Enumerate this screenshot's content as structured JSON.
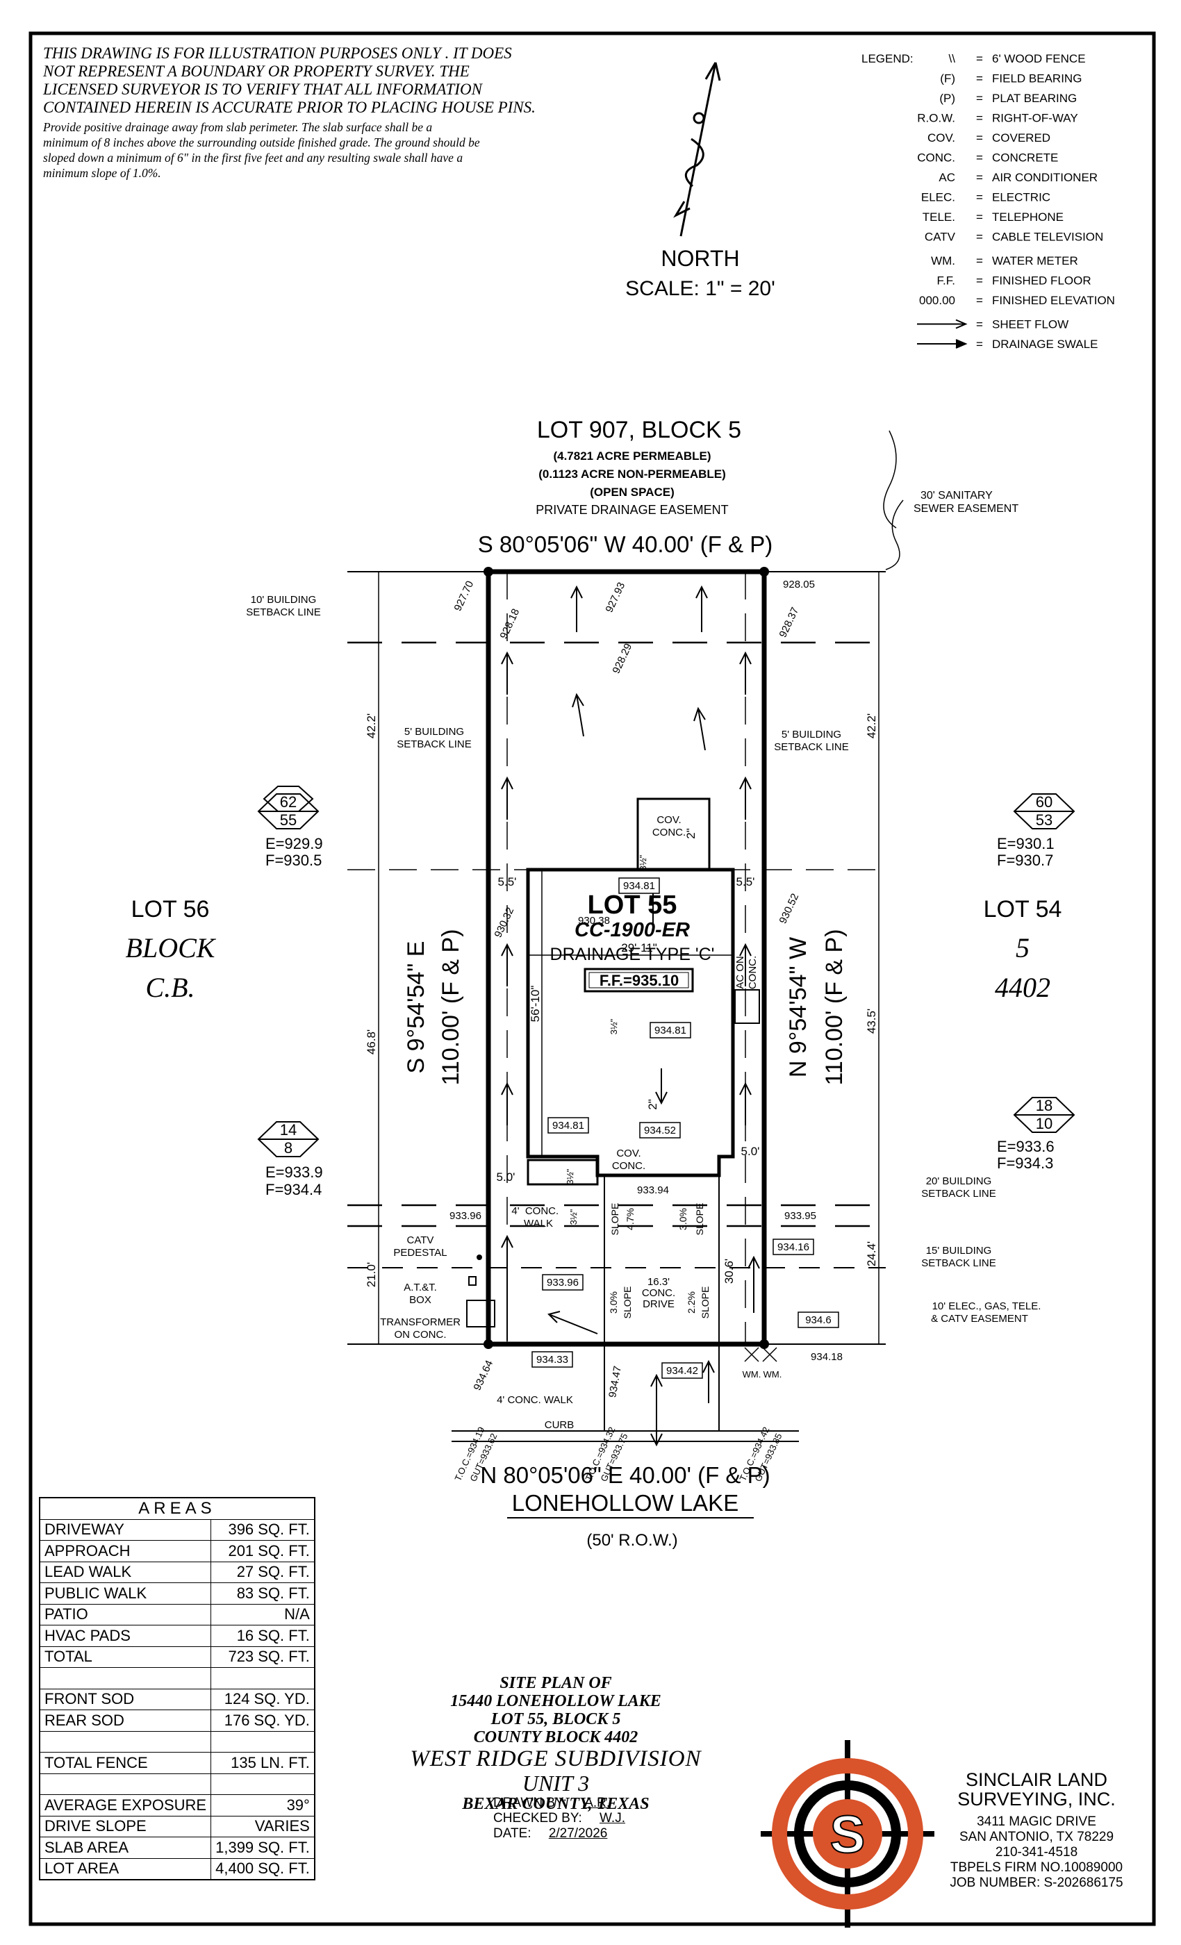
{
  "notes": {
    "disclaimer": [
      "THIS DRAWING IS FOR ILLUSTRATION PURPOSES ONLY . IT DOES",
      "NOT REPRESENT A BOUNDARY OR PROPERTY SURVEY. THE",
      "LICENSED SURVEYOR IS TO VERIFY THAT ALL INFORMATION",
      "CONTAINED HEREIN IS ACCURATE PRIOR TO PLACING HOUSE PINS."
    ],
    "drainage": [
      "Provide positive drainage away from slab perimeter. The slab surface shall be a",
      "minimum of 8 inches above the surrounding outside finished grade. The ground should be",
      "sloped down a minimum of 6\" in the first five feet and any resulting swale shall have a",
      "minimum slope of 1.0%."
    ]
  },
  "north": {
    "label": "NORTH",
    "scale": "SCALE:  1\"  =  20'"
  },
  "legend": {
    "title": "LEGEND:",
    "items": [
      {
        "key": "\\\\",
        "value": "6' WOOD FENCE"
      },
      {
        "key": "(F)",
        "value": "FIELD BEARING"
      },
      {
        "key": "(P)",
        "value": "PLAT BEARING"
      },
      {
        "key": "R.O.W.",
        "value": "RIGHT-OF-WAY"
      },
      {
        "key": "COV.",
        "value": "COVERED"
      },
      {
        "key": "CONC.",
        "value": "CONCRETE"
      },
      {
        "key": "AC",
        "value": "AIR CONDITIONER"
      },
      {
        "key": "ELEC.",
        "value": "ELECTRIC"
      },
      {
        "key": "TELE.",
        "value": "TELEPHONE"
      },
      {
        "key": "CATV",
        "value": "CABLE TELEVISION"
      },
      {
        "key": "WM.",
        "value": "WATER METER"
      },
      {
        "key": "F.F.",
        "value": "FINISHED FLOOR"
      },
      {
        "key": "000.00",
        "value": "FINISHED ELEVATION"
      },
      {
        "key": "",
        "value": "SHEET FLOW"
      },
      {
        "key": "",
        "value": "DRAINAGE SWALE"
      }
    ]
  },
  "plan": {
    "lot_rear": [
      "LOT 907, BLOCK 5",
      "(4.7821 ACRE PERMEABLE)",
      "(0.1123 ACRE NON-PERMEABLE)",
      "(OPEN SPACE)",
      "PRIVATE DRAINAGE EASEMENT"
    ],
    "rear_bearing": "S 80°05'06\"  W 40.00' (F & P)",
    "front_bearing": "N 80°05'06\"  E 40.00' (F & P)",
    "left_bearing": [
      "S 9°54'54\" E",
      "110.00' (F & P)"
    ],
    "right_bearing": [
      "N 9°54'54\" W",
      "110.00' (F & P)"
    ],
    "street": "LONEHOLLOW LAKE",
    "row": "(50' R.O.W.)",
    "sanitary": [
      "30' SANITARY",
      "SEWER EASEMENT"
    ],
    "lot_left": {
      "lot": "LOT 56",
      "block": "BLOCK",
      "cb": "C.B.",
      "hex_top": [
        "62",
        "55"
      ],
      "ef_top": [
        "E=929.9",
        "F=930.5"
      ],
      "hex_bot": [
        "14",
        "8"
      ],
      "ef_bot": [
        "E=933.9",
        "F=934.4"
      ]
    },
    "lot_right": {
      "lot": "LOT 54",
      "block": "5",
      "cb": "4402",
      "hex_top": [
        "60",
        "53"
      ],
      "ef_top": [
        "E=930.1",
        "F=930.7"
      ],
      "hex_bot": [
        "18",
        "10"
      ],
      "ef_bot": [
        "E=933.6",
        "F=934.3"
      ]
    },
    "lot_label": "LOT 55",
    "plan_name": "CC-1900-ER",
    "drainage_type": "DRAINAGE TYPE 'C'",
    "ff": "F.F.=935.10",
    "setbacks": {
      "rear_10": [
        "10' BUILDING",
        "SETBACK LINE"
      ],
      "side_left": [
        "5' BUILDING",
        "SETBACK LINE"
      ],
      "side_right": [
        "5' BUILDING",
        "SETBACK LINE"
      ],
      "front_20": [
        "20' BUILDING",
        "SETBACK LINE"
      ],
      "front_15": [
        "15' BUILDING",
        "SETBACK LINE"
      ],
      "easement": [
        "10' ELEC., GAS, TELE.",
        "& CATV EASEMENT"
      ]
    },
    "dims": {
      "d422l": "42.2'",
      "d422r": "42.2'",
      "d468": "46.8'",
      "d435": "43.5'",
      "d210": "21.0'",
      "d244": "24.4'",
      "d55l": "5.5'",
      "d55r": "5.5'",
      "d50l": "5.0'",
      "d50r": "5.0'",
      "d5610": "56'-10\"",
      "d2911": "29'-11\"",
      "d306": "30.6'",
      "d2in": "2\"",
      "d2in_b": "2\"",
      "d312a": "3½\"",
      "d312b": "3½\"",
      "d312c": "3½\"",
      "d312d": "3½\""
    },
    "elevs": {
      "e92770": "927.70",
      "e92818": "928.18",
      "e92793": "927.93",
      "e92829": "928.29",
      "e92837": "928.37",
      "e92805": "928.05",
      "e93032": "930.32",
      "e93038": "930.38",
      "e93052": "930.52",
      "e93481a": "934.81",
      "e93481b": "934.81",
      "e93481c": "934.81",
      "e93452": "934.52",
      "e93394": "933.94",
      "e93396a": "933.96",
      "e93396b": "933.96",
      "e93395": "933.95",
      "e93416": "934.16",
      "e9346": "934.6",
      "e93418": "934.18",
      "e93464": "934.64",
      "e93433": "934.33",
      "e93447": "934.47",
      "e93442": "934.42",
      "tc1": "T.O.C.=934.19",
      "gut1": "GUT=933.62",
      "tc2": "T.O.C.=934.32",
      "gut2": "GUT=933.75",
      "tc3": "T.O.C.=934.42",
      "gut3": "GUT=933.85"
    },
    "slopes": {
      "s1": "SLOPE",
      "s2": "4.7%",
      "s3": "3.0%",
      "s4": "SLOPE",
      "s5": "3.0%",
      "s6": "SLOPE",
      "s7": "2.2%",
      "s8": "SLOPE"
    },
    "labels": {
      "cov_conc_top": [
        "COV.",
        "CONC."
      ],
      "cov_conc_front": [
        "COV.",
        "CONC."
      ],
      "ac": [
        "AC ON",
        "CONC."
      ],
      "conc_walk": [
        "4'",
        "CONC.",
        "WALK"
      ],
      "drive": [
        "16.3'",
        "CONC.",
        "DRIVE"
      ],
      "catv": [
        "CATV",
        "PEDESTAL"
      ],
      "att": [
        "A.T.&T.",
        "BOX"
      ],
      "transformer": [
        "TRANSFORMER",
        "ON CONC."
      ],
      "walk4": "4' CONC. WALK",
      "curb": "CURB",
      "wm1": "WM.",
      "wm2": "WM."
    }
  },
  "areas": {
    "title": "AREAS",
    "rows": [
      [
        "DRIVEWAY",
        "396 SQ. FT."
      ],
      [
        "APPROACH",
        "201 SQ. FT."
      ],
      [
        "LEAD WALK",
        "27 SQ. FT."
      ],
      [
        "PUBLIC WALK",
        "83 SQ. FT."
      ],
      [
        "PATIO",
        "N/A"
      ],
      [
        "HVAC PADS",
        "16 SQ. FT."
      ],
      [
        "TOTAL",
        "723 SQ. FT."
      ],
      [
        "",
        ""
      ],
      [
        "FRONT SOD",
        "124 SQ. YD."
      ],
      [
        "REAR SOD",
        "176 SQ. YD."
      ],
      [
        "",
        ""
      ],
      [
        "TOTAL FENCE",
        "135 LN. FT."
      ],
      [
        "",
        ""
      ],
      [
        "AVERAGE EXPOSURE",
        "39°"
      ],
      [
        "DRIVE SLOPE",
        "VARIES"
      ],
      [
        "SLAB AREA",
        "1,399 SQ. FT."
      ],
      [
        "LOT AREA",
        "4,400 SQ. FT."
      ]
    ]
  },
  "title_block": {
    "lines": [
      "SITE PLAN OF",
      "15440 LONEHOLLOW LAKE",
      "LOT 55, BLOCK 5",
      "COUNTY BLOCK 4402"
    ],
    "subdivision": "WEST RIDGE SUBDIVISION",
    "unit": "UNIT 3",
    "county": "BEXAR COUNTY, TEXAS",
    "drawn_label": "DRAWN BY:",
    "drawn": "A.R.",
    "checked_label": "CHECKED BY:",
    "checked": "W.J.",
    "date_label": "DATE:",
    "date": "2/27/2026"
  },
  "company": {
    "name": [
      "SINCLAIR LAND",
      "SURVEYING, INC."
    ],
    "address": [
      "3411 MAGIC DRIVE",
      "SAN ANTONIO, TX 78229",
      "210-341-4518",
      "TBPELS FIRM NO.10089000",
      "JOB NUMBER: S-202686175"
    ],
    "logo_letter": "S",
    "brand_color": "#d9532b"
  }
}
